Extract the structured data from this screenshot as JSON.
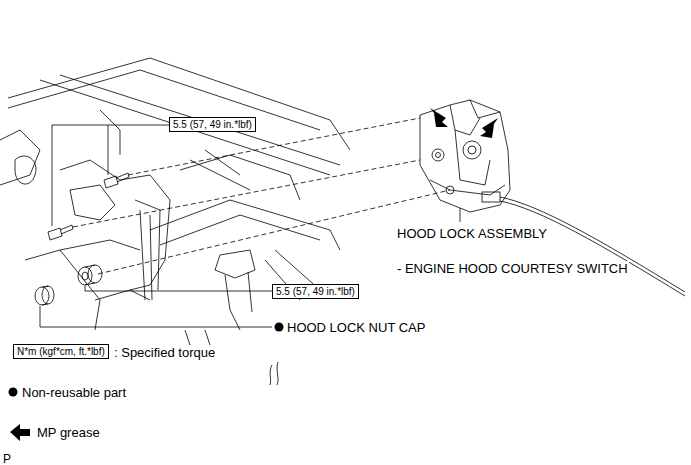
{
  "diagram": {
    "nodes": [
      {
        "text": [
          "5.5 (57, 49 in.*lbf)"
        ]
      },
      {
        "text": [
          "5.5 (57, 49 in.*lbf)"
        ]
      },
      {
        "text": [
          "N*m (kgf*cm, ft.*lbf)"
        ]
      }
    ],
    "edges": [],
    "labels": [
      "HOOD LOCK ASSEMBLY",
      "- ENGINE HOOD COURTESY SWITCH",
      "HOOD LOCK NUT CAP",
      "P"
    ],
    "legend": [
      {
        "text": ": Specified torque"
      },
      {
        "text": "Non-reusable part"
      },
      {
        "text": "MP grease"
      }
    ]
  }
}
